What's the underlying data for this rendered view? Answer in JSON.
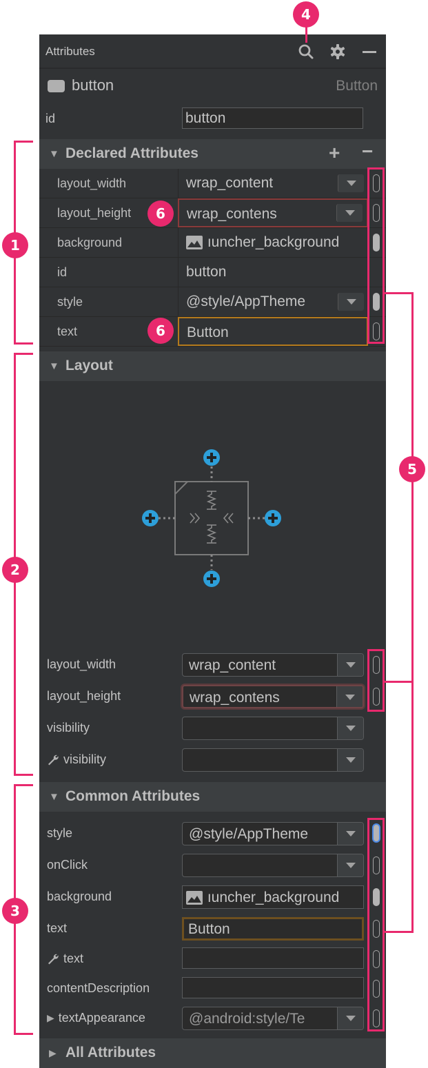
{
  "header": {
    "title": "Attributes",
    "icons": [
      "search-icon",
      "gear-icon",
      "minimize-icon"
    ]
  },
  "component": {
    "name": "button",
    "type": "Button",
    "id_label": "id",
    "id_value": "button"
  },
  "declared": {
    "title": "Declared Attributes",
    "add_icon": "+",
    "remove_icon": "−",
    "rows": [
      {
        "name": "layout_width",
        "value": "wrap_content",
        "dropdown": true,
        "toggle": "outline"
      },
      {
        "name": "layout_height",
        "value": "wrap_contens",
        "dropdown": true,
        "toggle": "outline",
        "state": "error"
      },
      {
        "name": "background",
        "value": "ıuncher_background",
        "image": true,
        "toggle": "filled"
      },
      {
        "name": "id",
        "value": "button",
        "toggle": "none"
      },
      {
        "name": "style",
        "value": "@style/AppTheme",
        "dropdown": true,
        "toggle": "filled"
      },
      {
        "name": "text",
        "value": "Button",
        "toggle": "outline",
        "state": "warning"
      }
    ]
  },
  "layout": {
    "title": "Layout",
    "rows": [
      {
        "name": "layout_width",
        "value": "wrap_content",
        "dropdown": true,
        "toggle": "outline"
      },
      {
        "name": "layout_height",
        "value": "wrap_contens",
        "dropdown": true,
        "toggle": "outline",
        "state": "error"
      },
      {
        "name": "visibility",
        "value": "",
        "dropdown": true
      },
      {
        "name": "visibility",
        "value": "",
        "dropdown": true,
        "tools": true
      }
    ]
  },
  "common": {
    "title": "Common Attributes",
    "rows": [
      {
        "name": "style",
        "value": "@style/AppTheme",
        "dropdown": true,
        "toggle": "focus"
      },
      {
        "name": "onClick",
        "value": "",
        "dropdown": true,
        "toggle": "outline"
      },
      {
        "name": "background",
        "value": "ıuncher_background",
        "image": true,
        "toggle": "filled"
      },
      {
        "name": "text",
        "value": "Button",
        "toggle": "outline",
        "state": "warning"
      },
      {
        "name": "text",
        "value": "",
        "toggle": "outline",
        "tools": true
      },
      {
        "name": "contentDescription",
        "value": "",
        "toggle": "outline"
      },
      {
        "name": "textAppearance",
        "value": "@android:style/Te",
        "dropdown": true,
        "toggle": "outline",
        "expandable": true
      }
    ]
  },
  "all_attributes": {
    "title": "All Attributes"
  },
  "callouts": [
    "1",
    "2",
    "3",
    "4",
    "5",
    "6",
    "6"
  ],
  "colors": {
    "panel_bg": "#313335",
    "section_bg": "#3c3f41",
    "callout": "#e8296d",
    "error_border": "#8a3a3a",
    "warning_border": "#b47a1c",
    "focus_ring": "#4a88e4",
    "constraint_blue": "#2d9fd9"
  }
}
